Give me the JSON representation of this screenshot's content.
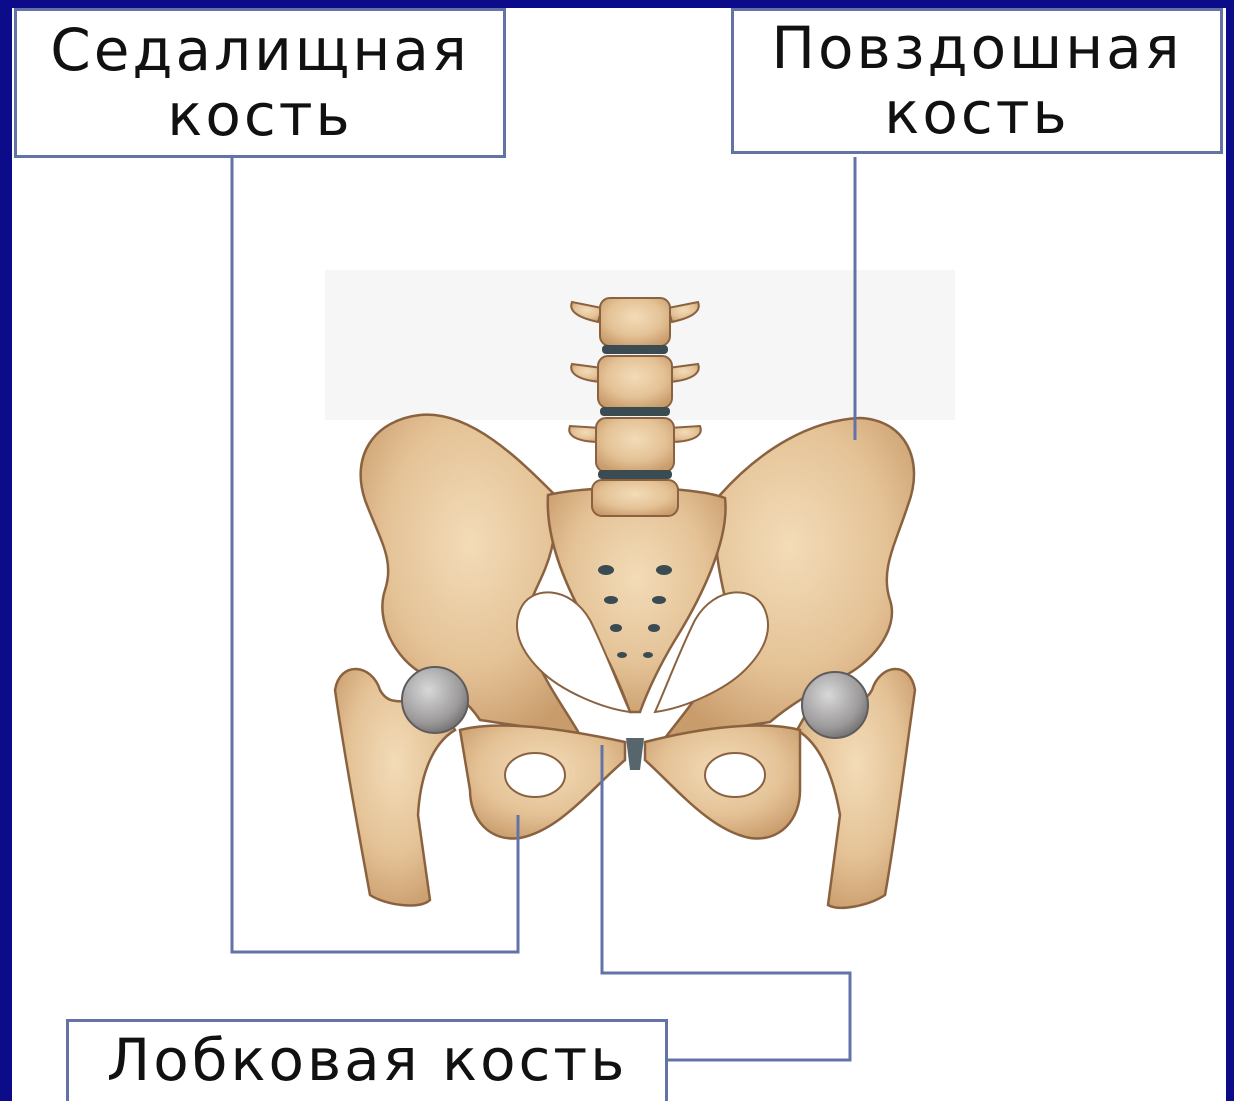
{
  "labels": {
    "ischium": "Седалищная\nкость",
    "ilium": "Повздошная\nкость",
    "pubis": "Лобковая кость"
  },
  "colors": {
    "frame": "#0c0c8a",
    "leader_line": "#6373a8",
    "bone_fill": "#e8c9a0",
    "bone_shade": "#c69a6e",
    "bone_outline": "#8a6240",
    "cartilage": "#3a4b52",
    "joint_head": "#9c9a9a"
  }
}
